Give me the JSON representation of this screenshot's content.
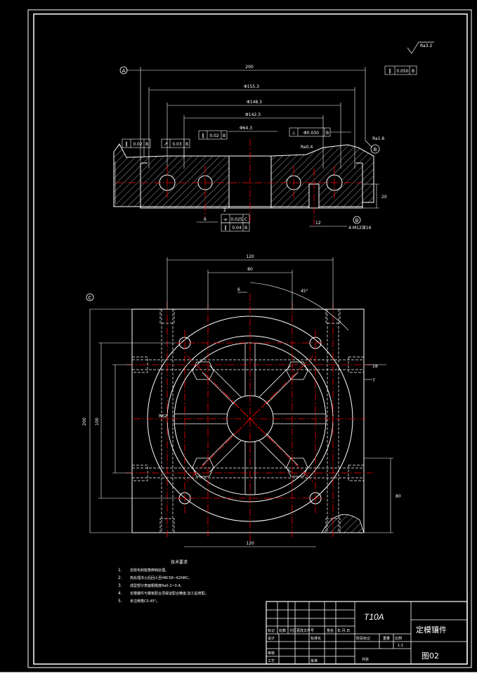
{
  "note_title": "技术要求",
  "notes": [
    {
      "num": "1.",
      "text": "去除毛刺锐角倒钝处理。"
    },
    {
      "num": "2.",
      "text": "热处理淬火后回火至HRC58~62HRC。"
    },
    {
      "num": "3.",
      "text": "成型部分表面粗糙度Ra0.2~0.4。"
    },
    {
      "num": "4.",
      "text": "定模镶件与模板配合须保证配合精度,加工后修配。"
    },
    {
      "num": "5.",
      "text": "未注倒角C0.45°。"
    }
  ],
  "title_block": {
    "material": "T10A",
    "part_name": "定模镶件",
    "drawing_no": "图02",
    "row_labels": [
      "标记",
      "处数",
      "分区",
      "更改文件号",
      "签名",
      "年.月.日"
    ],
    "left_labels": [
      "设计",
      "审核",
      "工艺"
    ],
    "std_label": "标准化",
    "approve_label": "批准",
    "stage_label": "阶段标记",
    "weight_label": "重量",
    "scale_label": "比例",
    "scale_value": "1:1",
    "sheet_label": "共张"
  },
  "datums": {
    "left_top": "A",
    "right_top": "B",
    "bottom_right": "B",
    "top_view": "C"
  },
  "dims_top": {
    "overall": "200",
    "d1": "Φ155.3",
    "d2": "Φ148.3",
    "d3": "Φ142.3",
    "d4": "Φ64.3",
    "height": "20",
    "holes": "4-M12深16",
    "dim_12": "12",
    "dim_6": "6",
    "dim_2": "2"
  },
  "fcf": {
    "top_right": [
      "∥",
      "0.050",
      "B"
    ],
    "left1": [
      "∥",
      "0.02",
      "B"
    ],
    "left2": [
      "↗",
      "0.03",
      "B"
    ],
    "mid": [
      "∥",
      "0.02",
      "B"
    ],
    "center": [
      "⊥",
      "Φ0.030",
      "B"
    ],
    "bottom1": [
      "⌯",
      "0.025",
      "C"
    ],
    "bottom2": [
      "∥",
      "0.04",
      "B"
    ]
  },
  "roughness": {
    "top": "Ra3.2",
    "mid": "Ra0.4",
    "right": "Ra1.6"
  },
  "dims_plan": {
    "top_120": "120",
    "top_80": "80",
    "angle": "45°",
    "left_200": "200",
    "left_100": "100",
    "right_18": "18",
    "right_7": "7",
    "right_80": "80",
    "r62": "R62",
    "bottom_120": "120",
    "dim_6": "6"
  }
}
